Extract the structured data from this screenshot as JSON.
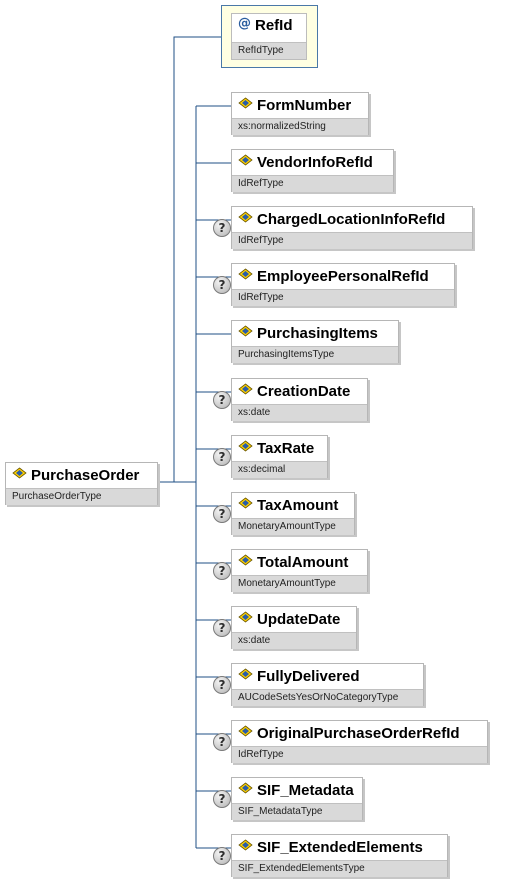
{
  "root": {
    "name": "PurchaseOrder",
    "type": "PurchaseOrderType"
  },
  "attribute": {
    "symbol": "@",
    "name": "RefId",
    "type": "RefIdType"
  },
  "optional_symbol": "?",
  "elements": [
    {
      "key": "form-number",
      "name": "FormNumber",
      "type": "xs:normalizedString",
      "optional": false
    },
    {
      "key": "vendor-info-ref-id",
      "name": "VendorInfoRefId",
      "type": "IdRefType",
      "optional": false
    },
    {
      "key": "charged-location-info-ref-id",
      "name": "ChargedLocationInfoRefId",
      "type": "IdRefType",
      "optional": true
    },
    {
      "key": "employee-personal-ref-id",
      "name": "EmployeePersonalRefId",
      "type": "IdRefType",
      "optional": true
    },
    {
      "key": "purchasing-items",
      "name": "PurchasingItems",
      "type": "PurchasingItemsType",
      "optional": false
    },
    {
      "key": "creation-date",
      "name": "CreationDate",
      "type": "xs:date",
      "optional": true
    },
    {
      "key": "tax-rate",
      "name": "TaxRate",
      "type": "xs:decimal",
      "optional": true
    },
    {
      "key": "tax-amount",
      "name": "TaxAmount",
      "type": "MonetaryAmountType",
      "optional": true
    },
    {
      "key": "total-amount",
      "name": "TotalAmount",
      "type": "MonetaryAmountType",
      "optional": true
    },
    {
      "key": "update-date",
      "name": "UpdateDate",
      "type": "xs:date",
      "optional": true
    },
    {
      "key": "fully-delivered",
      "name": "FullyDelivered",
      "type": "AUCodeSetsYesOrNoCategoryType",
      "optional": true
    },
    {
      "key": "original-purchase-order-ref-id",
      "name": "OriginalPurchaseOrderRefId",
      "type": "IdRefType",
      "optional": true
    },
    {
      "key": "sif-metadata",
      "name": "SIF_Metadata",
      "type": "SIF_MetadataType",
      "optional": true
    },
    {
      "key": "sif-extended-elements",
      "name": "SIF_ExtendedElements",
      "type": "SIF_ExtendedElementsType",
      "optional": true
    }
  ]
}
